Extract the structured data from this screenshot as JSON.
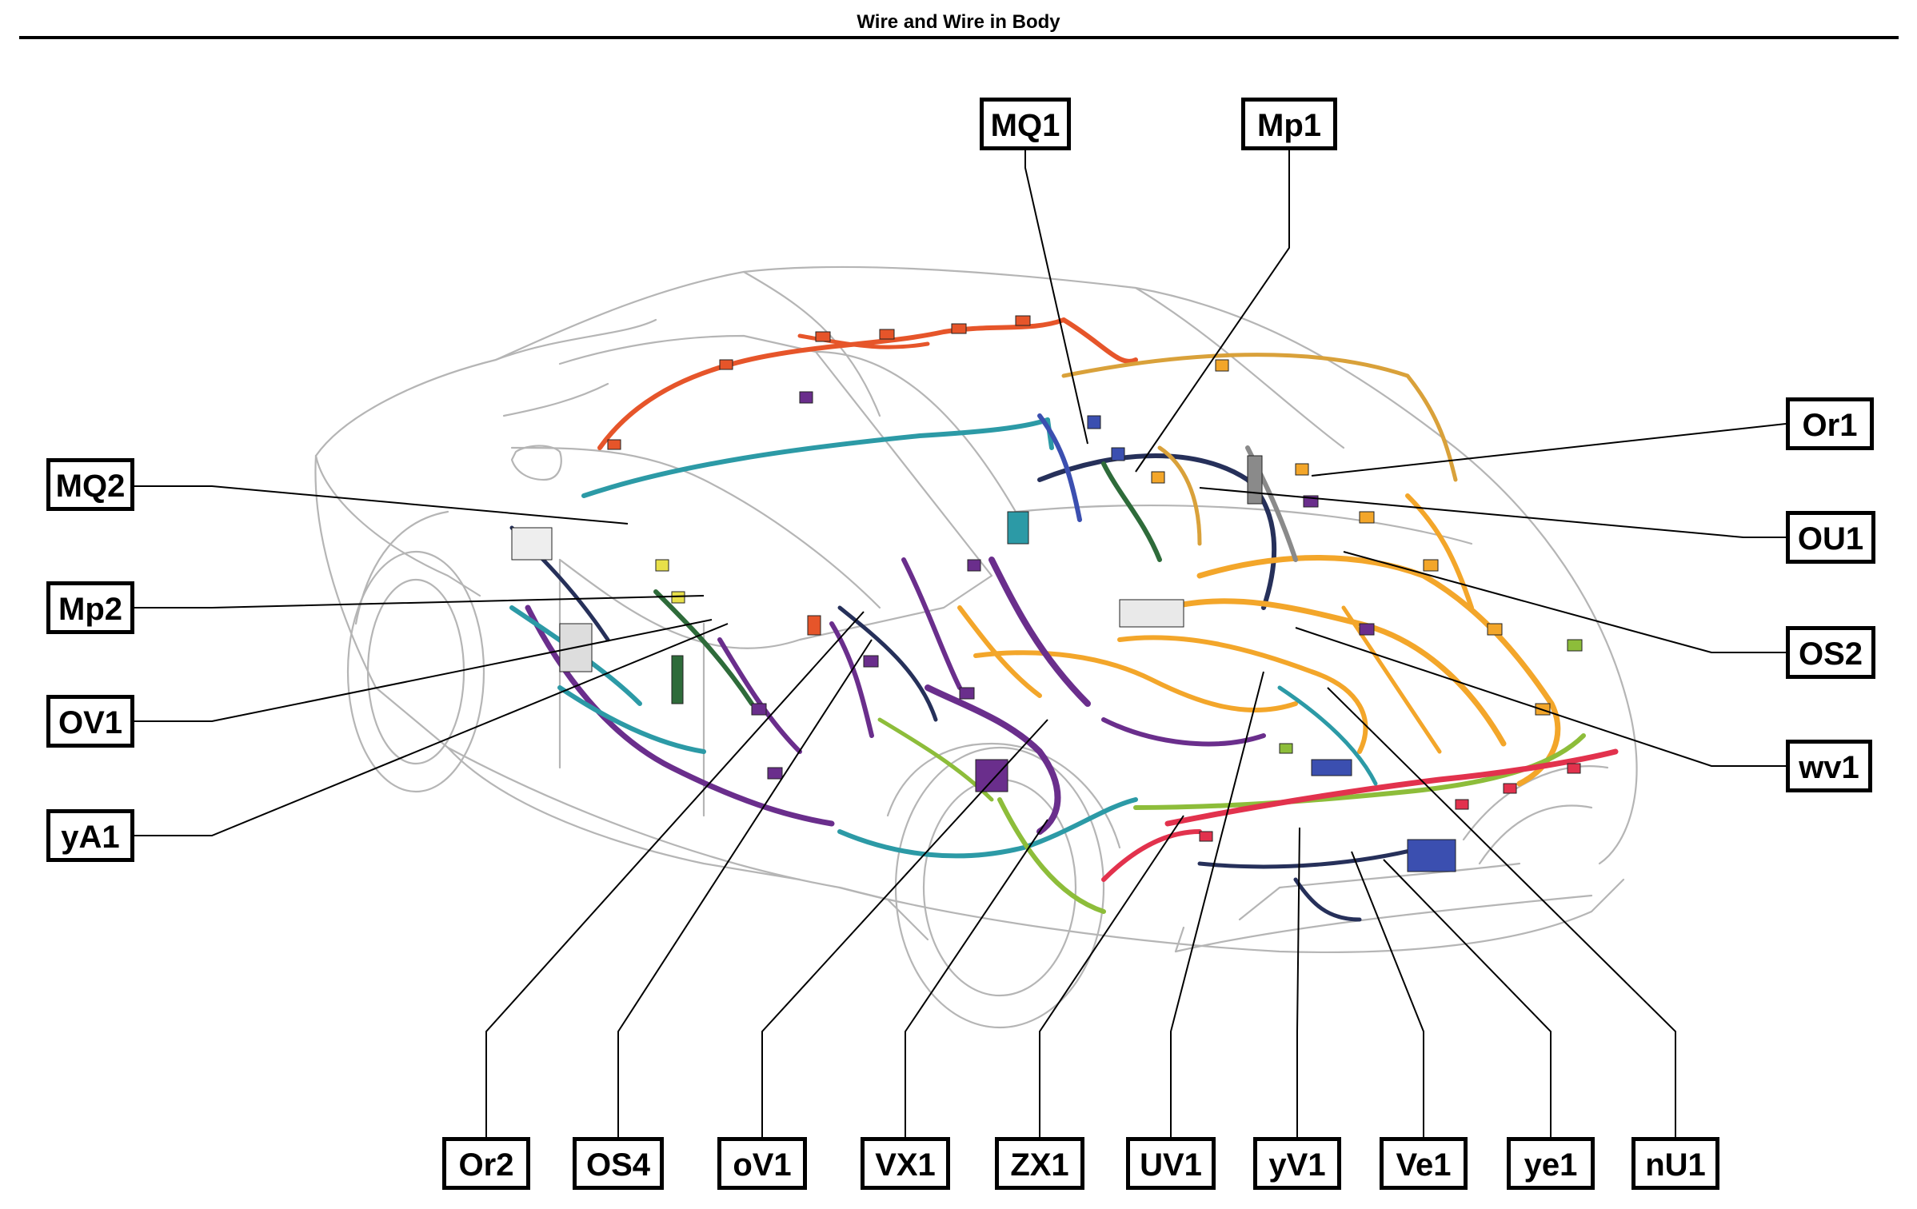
{
  "page": {
    "title": "Wire and Wire in Body"
  },
  "colors": {
    "orange": "#f3a62a",
    "purple": "#6a2e8c",
    "teal": "#2c9aa6",
    "green": "#8dbd3a",
    "red": "#e2324d",
    "navy": "#26305a",
    "blue": "#3b4fb0",
    "redorange": "#e6552a",
    "darkgreen": "#2e6b3a",
    "gray": "#8a8a8a",
    "outline": "#b5b5b5"
  },
  "icons": {
    "car": "car-outline-icon",
    "wiring": "wiring-harness-icon"
  },
  "labels": {
    "MQ1": "MQ1",
    "Mp1": "Mp1",
    "Or1": "Or1",
    "OU1": "OU1",
    "OS2": "OS2",
    "wv1": "wv1",
    "MQ2": "MQ2",
    "Mp2": "Mp2",
    "OV1": "OV1",
    "yA1": "yA1",
    "Or2": "Or2",
    "OS4": "OS4",
    "oV1": "oV1",
    "VX1": "VX1",
    "ZX1": "ZX1",
    "UV1": "UV1",
    "yV1": "yV1",
    "Ve1": "Ve1",
    "ye1": "ye1",
    "nU1": "nU1"
  }
}
